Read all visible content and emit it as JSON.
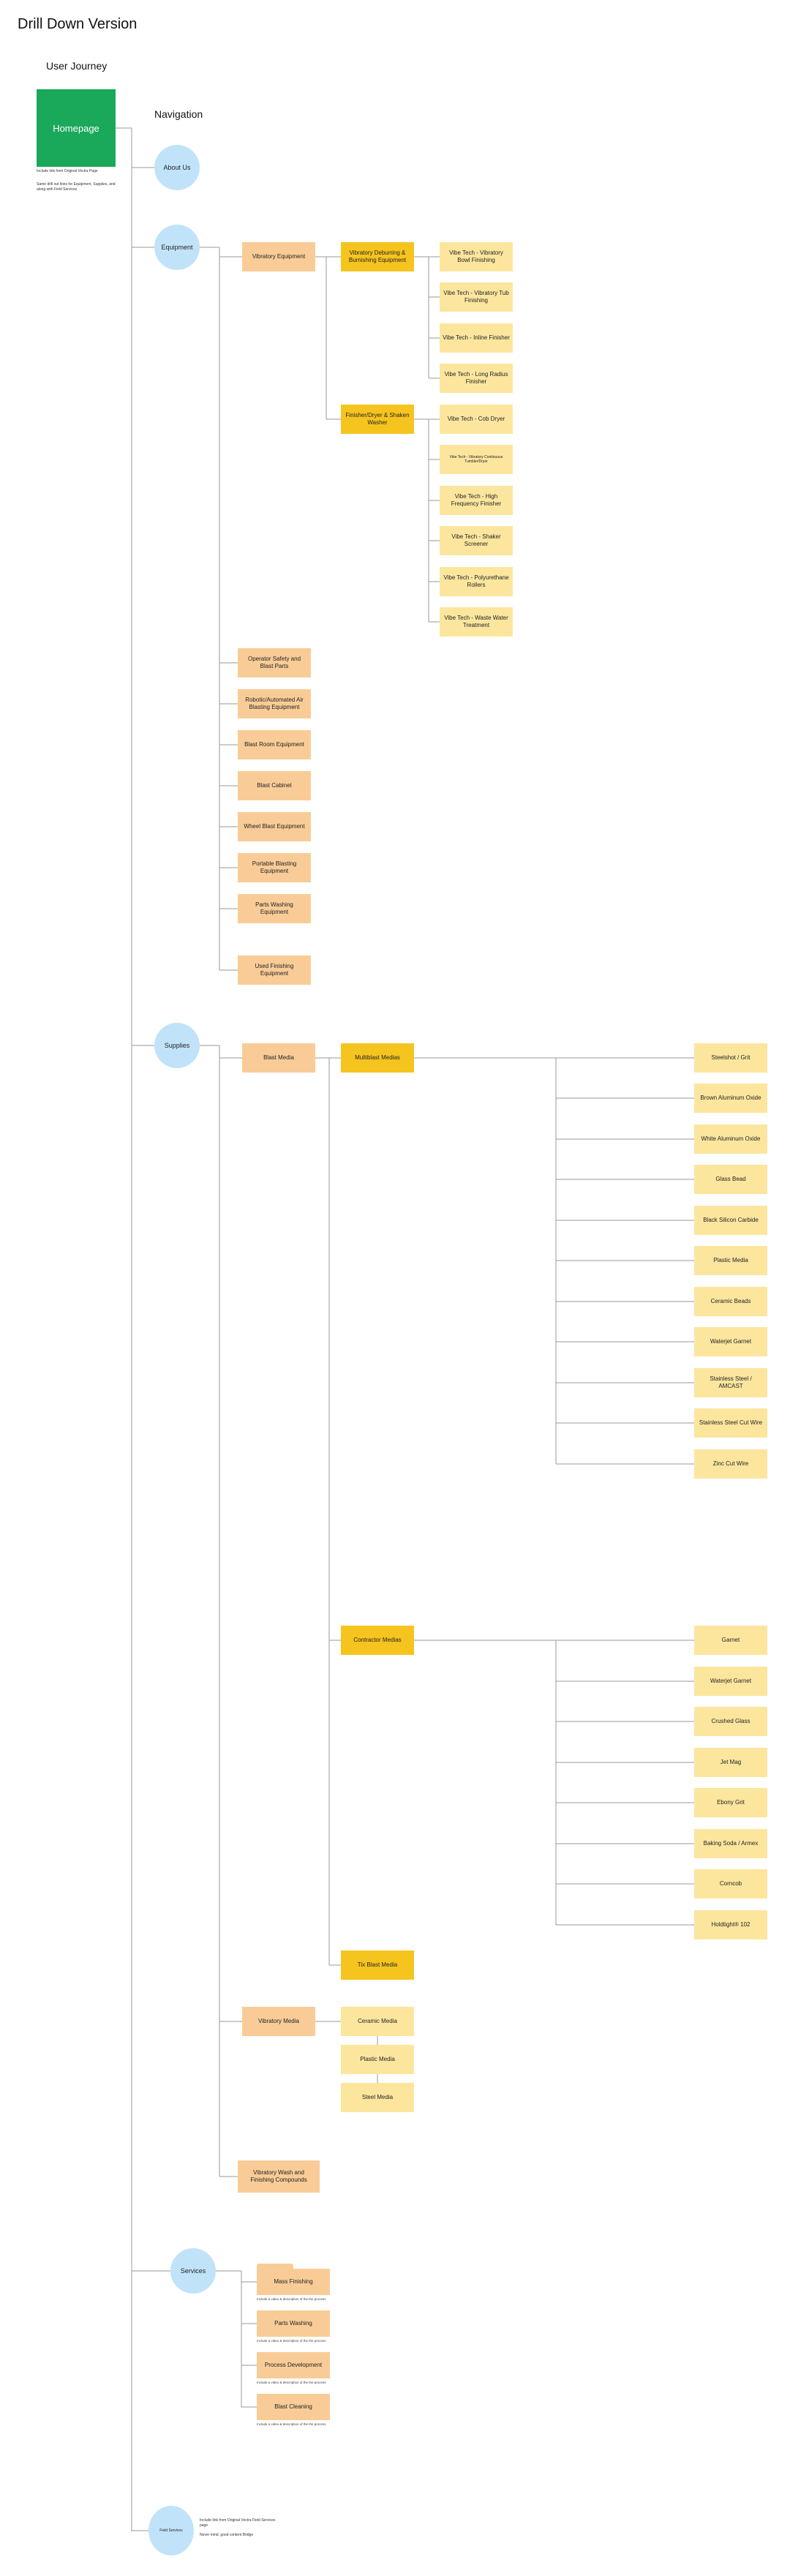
{
  "title": "Drill Down Version",
  "user_journey_label": "User Journey",
  "navigation_label": "Navigation",
  "homepage": {
    "label": "Homepage",
    "note_1": "Include link from Original Vectra Page",
    "note_2": "Same drill out links for Equipment, Supplies, and along with Field Services"
  },
  "nav": {
    "about": "About Us",
    "equipment": "Equipment",
    "supplies": "Supplies",
    "services": "Services",
    "field_services": "Field Services",
    "field_note_1": "Include link from Original Vectra Field Services page",
    "field_note_2": "Never mind, good content Bridge"
  },
  "equipment": {
    "vibratory": "Vibratory Equipment",
    "deburring": "Vibratory Deburring & Burnishing Equipment",
    "finisher": "Finisher/Dryer & Shaken Washer",
    "deburring_items": [
      "Vibe Tech - Vibratory Bowl Finishing",
      "Vibe Tech - Vibratory Tub Finishing",
      "Vibe Tech - Inline Finisher",
      "Vibe Tech - Long Radius Finisher"
    ],
    "finisher_items": [
      "Vibe Tech - Cob Dryer",
      "Vibe Tech - Vibratory Continuous Tumbler/Dryer",
      "Vibe Tech - High Frequency Finisher",
      "Vibe Tech - Shaker Screener",
      "Vibe Tech - Polyurethane Rollers",
      "Vibe Tech - Waste Water Treatment"
    ],
    "others": [
      "Operator Safety and Blast Parts",
      "Robotic/Automated Air Blasting Equipment",
      "Blast Room Equipment",
      "Blast Cabinet",
      "Wheel Blast Equipment",
      "Portable Blasting Equipment",
      "Parts Washing Equipment",
      "Used Finishing Equipment"
    ]
  },
  "supplies": {
    "blast_media": "Blast Media",
    "multiblast": "Multiblast Medias",
    "multiblast_items": [
      "Steelshot / Grit",
      "Brown Aluminum Oxide",
      "White Aluminum Oxide",
      "Glass Bead",
      "Black Silicon Carbide",
      "Plastic Media",
      "Ceramic Beads",
      "Waterjet Garnet",
      "Stainless Steel / AMCAST",
      "Stainless Steel Cut Wire",
      "Zinc Cut Wire"
    ],
    "contractor": "Contractor Medias",
    "contractor_items": [
      "Garnet",
      "Waterjet Garnet",
      "Crushed Glass",
      "Jet Mag",
      "Ebony Grit",
      "Baking Soda / Armex",
      "Corncob",
      "Holdtight® 102"
    ],
    "tix": "Tix Blast Media",
    "vibratory_media": "Vibratory Media",
    "vibratory_items": [
      "Ceramic Media",
      "Plastic Media",
      "Steel Media"
    ],
    "compounds": "Vibratory Wash and Finishing Compounds"
  },
  "services": {
    "items": [
      "Mass Finishing",
      "Parts Washing",
      "Process Development",
      "Blast Cleaning"
    ],
    "note": "Include a video & description of the the process"
  },
  "colors": {
    "homepage": "#1aa85a",
    "nav_circle": "#c1e3f9",
    "level1": "#f9cc97",
    "level2": "#f6c41f",
    "level3": "#fce69e",
    "connector": "#9a9a9a"
  }
}
